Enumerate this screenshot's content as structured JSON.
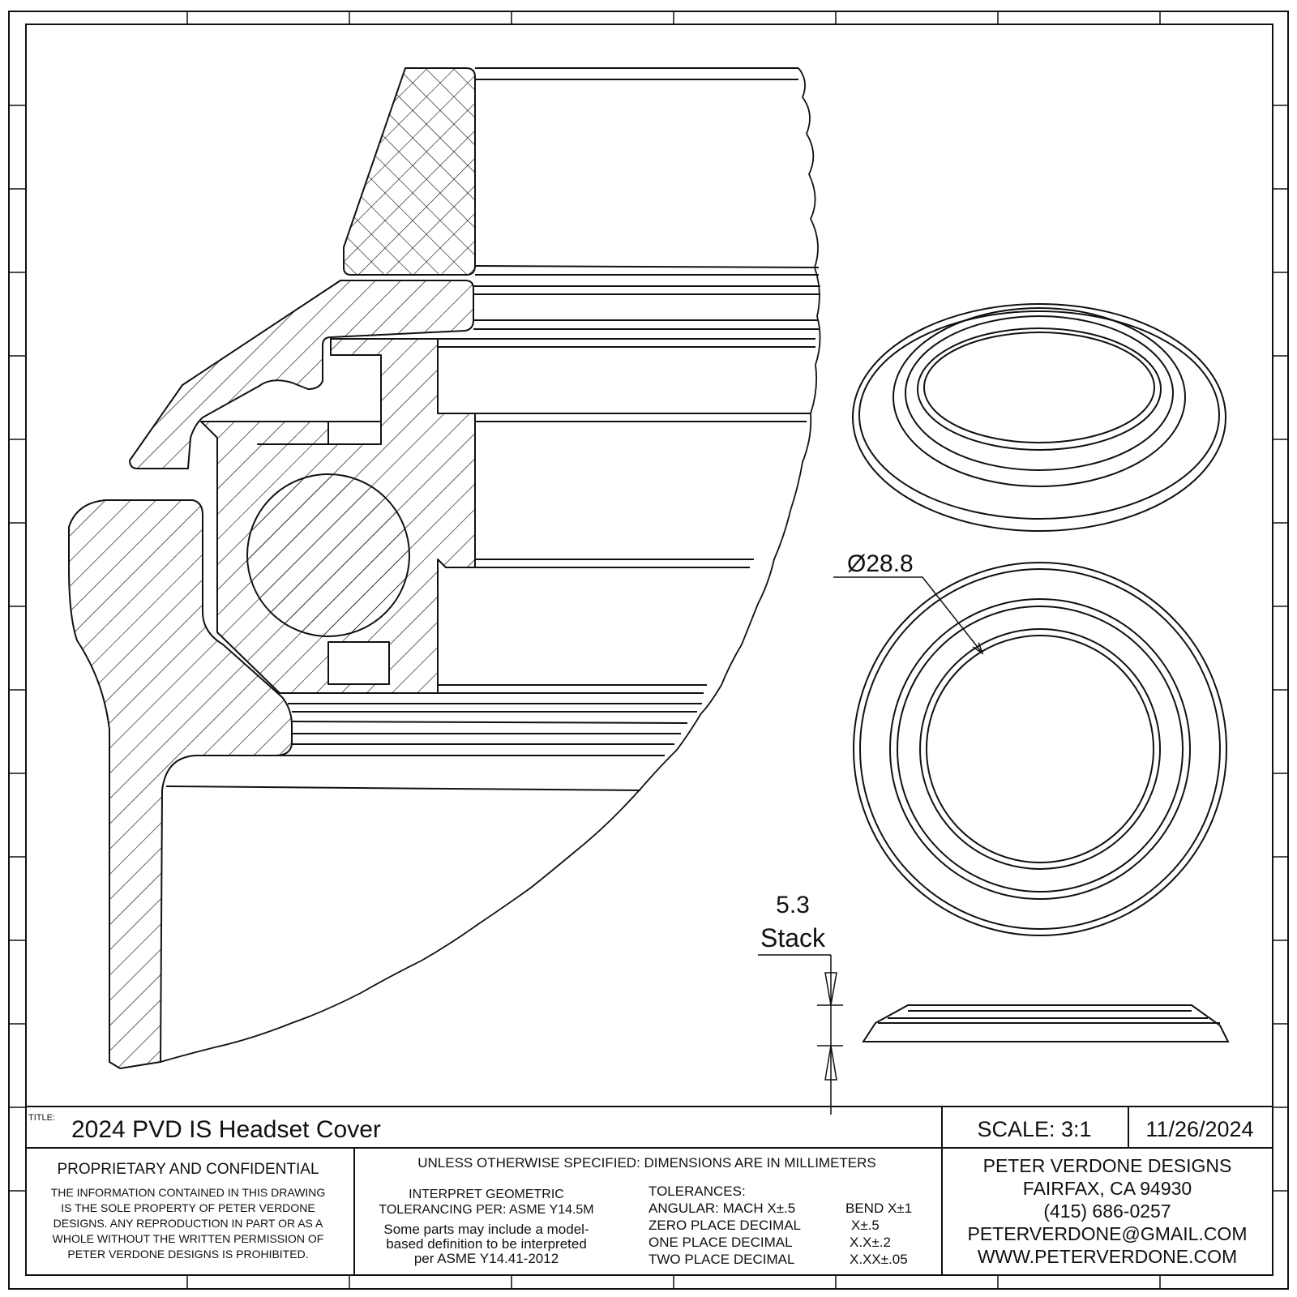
{
  "title_block": {
    "title_label": "TITLE:",
    "title": "2024 PVD IS Headset Cover",
    "scale": "SCALE: 3:1",
    "date": "11/26/2024"
  },
  "proprietary": {
    "heading": "PROPRIETARY AND CONFIDENTIAL",
    "lines": [
      "THE INFORMATION CONTAINED IN THIS DRAWING",
      "IS THE SOLE PROPERTY OF PETER VERDONE",
      "DESIGNS.  ANY  REPRODUCTION IN PART OR AS A",
      "WHOLE WITHOUT THE WRITTEN PERMISSION OF",
      "PETER VERDONE DESIGNS IS PROHIBITED."
    ]
  },
  "notes": {
    "units": "UNLESS OTHERWISE SPECIFIED: DIMENSIONS ARE IN MILLIMETERS",
    "gdt_lines": [
      "INTERPRET GEOMETRIC",
      "TOLERANCING PER: ASME Y14.5M"
    ],
    "mbd_lines": [
      "Some parts may include a model-",
      "based definition to be interpreted",
      "per ASME Y14.41-2012"
    ],
    "tolerances_heading": "TOLERANCES:",
    "tolerances": [
      {
        "label": "ANGULAR: MACH X±.5",
        "value": "BEND X±1"
      },
      {
        "label": "ZERO PLACE DECIMAL",
        "value": "X±.5"
      },
      {
        "label": "ONE PLACE DECIMAL",
        "value": "X.X±.2"
      },
      {
        "label": "TWO PLACE DECIMAL",
        "value": "X.XX±.05"
      }
    ]
  },
  "company": {
    "lines": [
      "PETER VERDONE DESIGNS",
      "FAIRFAX, CA 94930",
      "(415) 686-0257",
      "PETERVERDONE@GMAIL.COM",
      "WWW.PETERVERDONE.COM"
    ]
  },
  "dimensions": {
    "diameter_symbol": "Ø",
    "diameter_value": "28.8",
    "stack_value": "5.3",
    "stack_label": "Stack"
  }
}
